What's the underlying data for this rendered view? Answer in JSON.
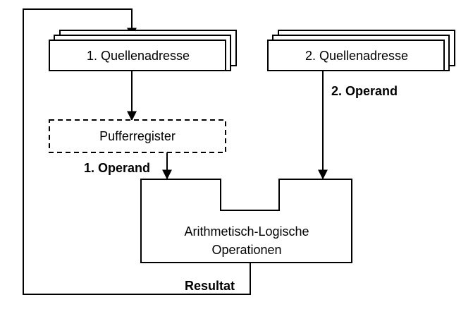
{
  "diagram": {
    "source1_label": "1. Quellenadresse",
    "source2_label": "2. Quellenadresse",
    "buffer_label": "Pufferregister",
    "operand1_label": "1. Operand",
    "operand2_label": "2. Operand",
    "alu_label_line1": "Arithmetisch-Logische",
    "alu_label_line2": "Operationen",
    "result_label": "Resultat"
  }
}
